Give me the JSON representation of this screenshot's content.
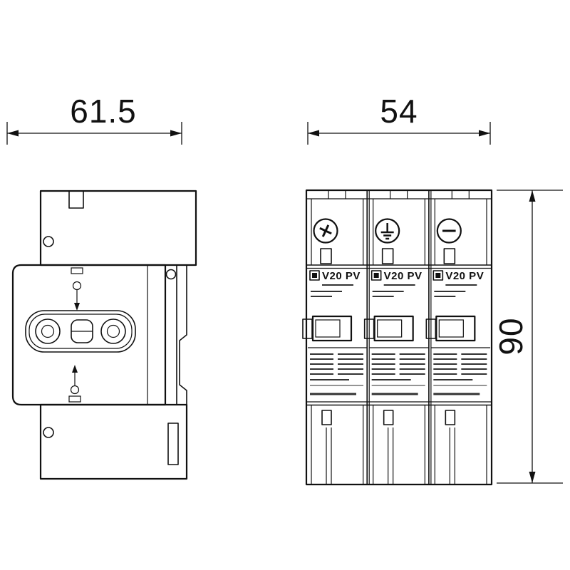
{
  "dimensions": {
    "side_width": "61.5",
    "front_width": "54",
    "front_height": "90"
  },
  "front_view": {
    "modules": [
      {
        "label": "V20 PV"
      },
      {
        "label": "V20 PV"
      },
      {
        "label": "V20 PV"
      }
    ]
  },
  "colors": {
    "line": "#111111",
    "background": "#ffffff"
  }
}
